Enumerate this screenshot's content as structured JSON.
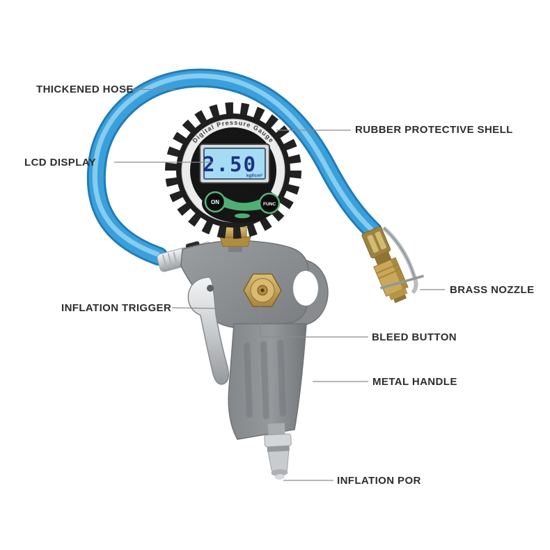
{
  "gauge": {
    "arc_text": "Digital Pressure Gauge",
    "lcd_value": "2.50",
    "lcd_unit": "kgf/cm²",
    "button_on": "ON",
    "button_func": "FUNC"
  },
  "callouts": {
    "thickened_hose": "THICKENED HOSE",
    "rubber_protective_shell": "RUBBER PROTECTIVE SHELL",
    "lcd_display": "LCD DISPLAY",
    "brass_nozzle": "BRASS NOZZLE",
    "inflation_trigger": "INFLATION TRIGGER",
    "bleed_button": "BLEED BUTTON",
    "metal_handle": "METAL HANDLE",
    "inflation_port": "INFLATION POR"
  },
  "colors": {
    "hose_blue": "#3aa0dc",
    "hose_blue_dark": "#1f7cb8",
    "hose_highlight": "#bfe7f8",
    "gauge_shell_black": "#1e1e1e",
    "gauge_ring_silver": "#ececec",
    "lcd_screen_blue": "#a5dcf4",
    "lcd_digit_blue": "#1d3180",
    "button_green": "#4fae74",
    "body_gray": "#8b8e91",
    "brass": "#c0974a",
    "chrome": "#d2d5d8",
    "label_text": "#2d2d2d",
    "leader_line": "#8a8a8a"
  }
}
